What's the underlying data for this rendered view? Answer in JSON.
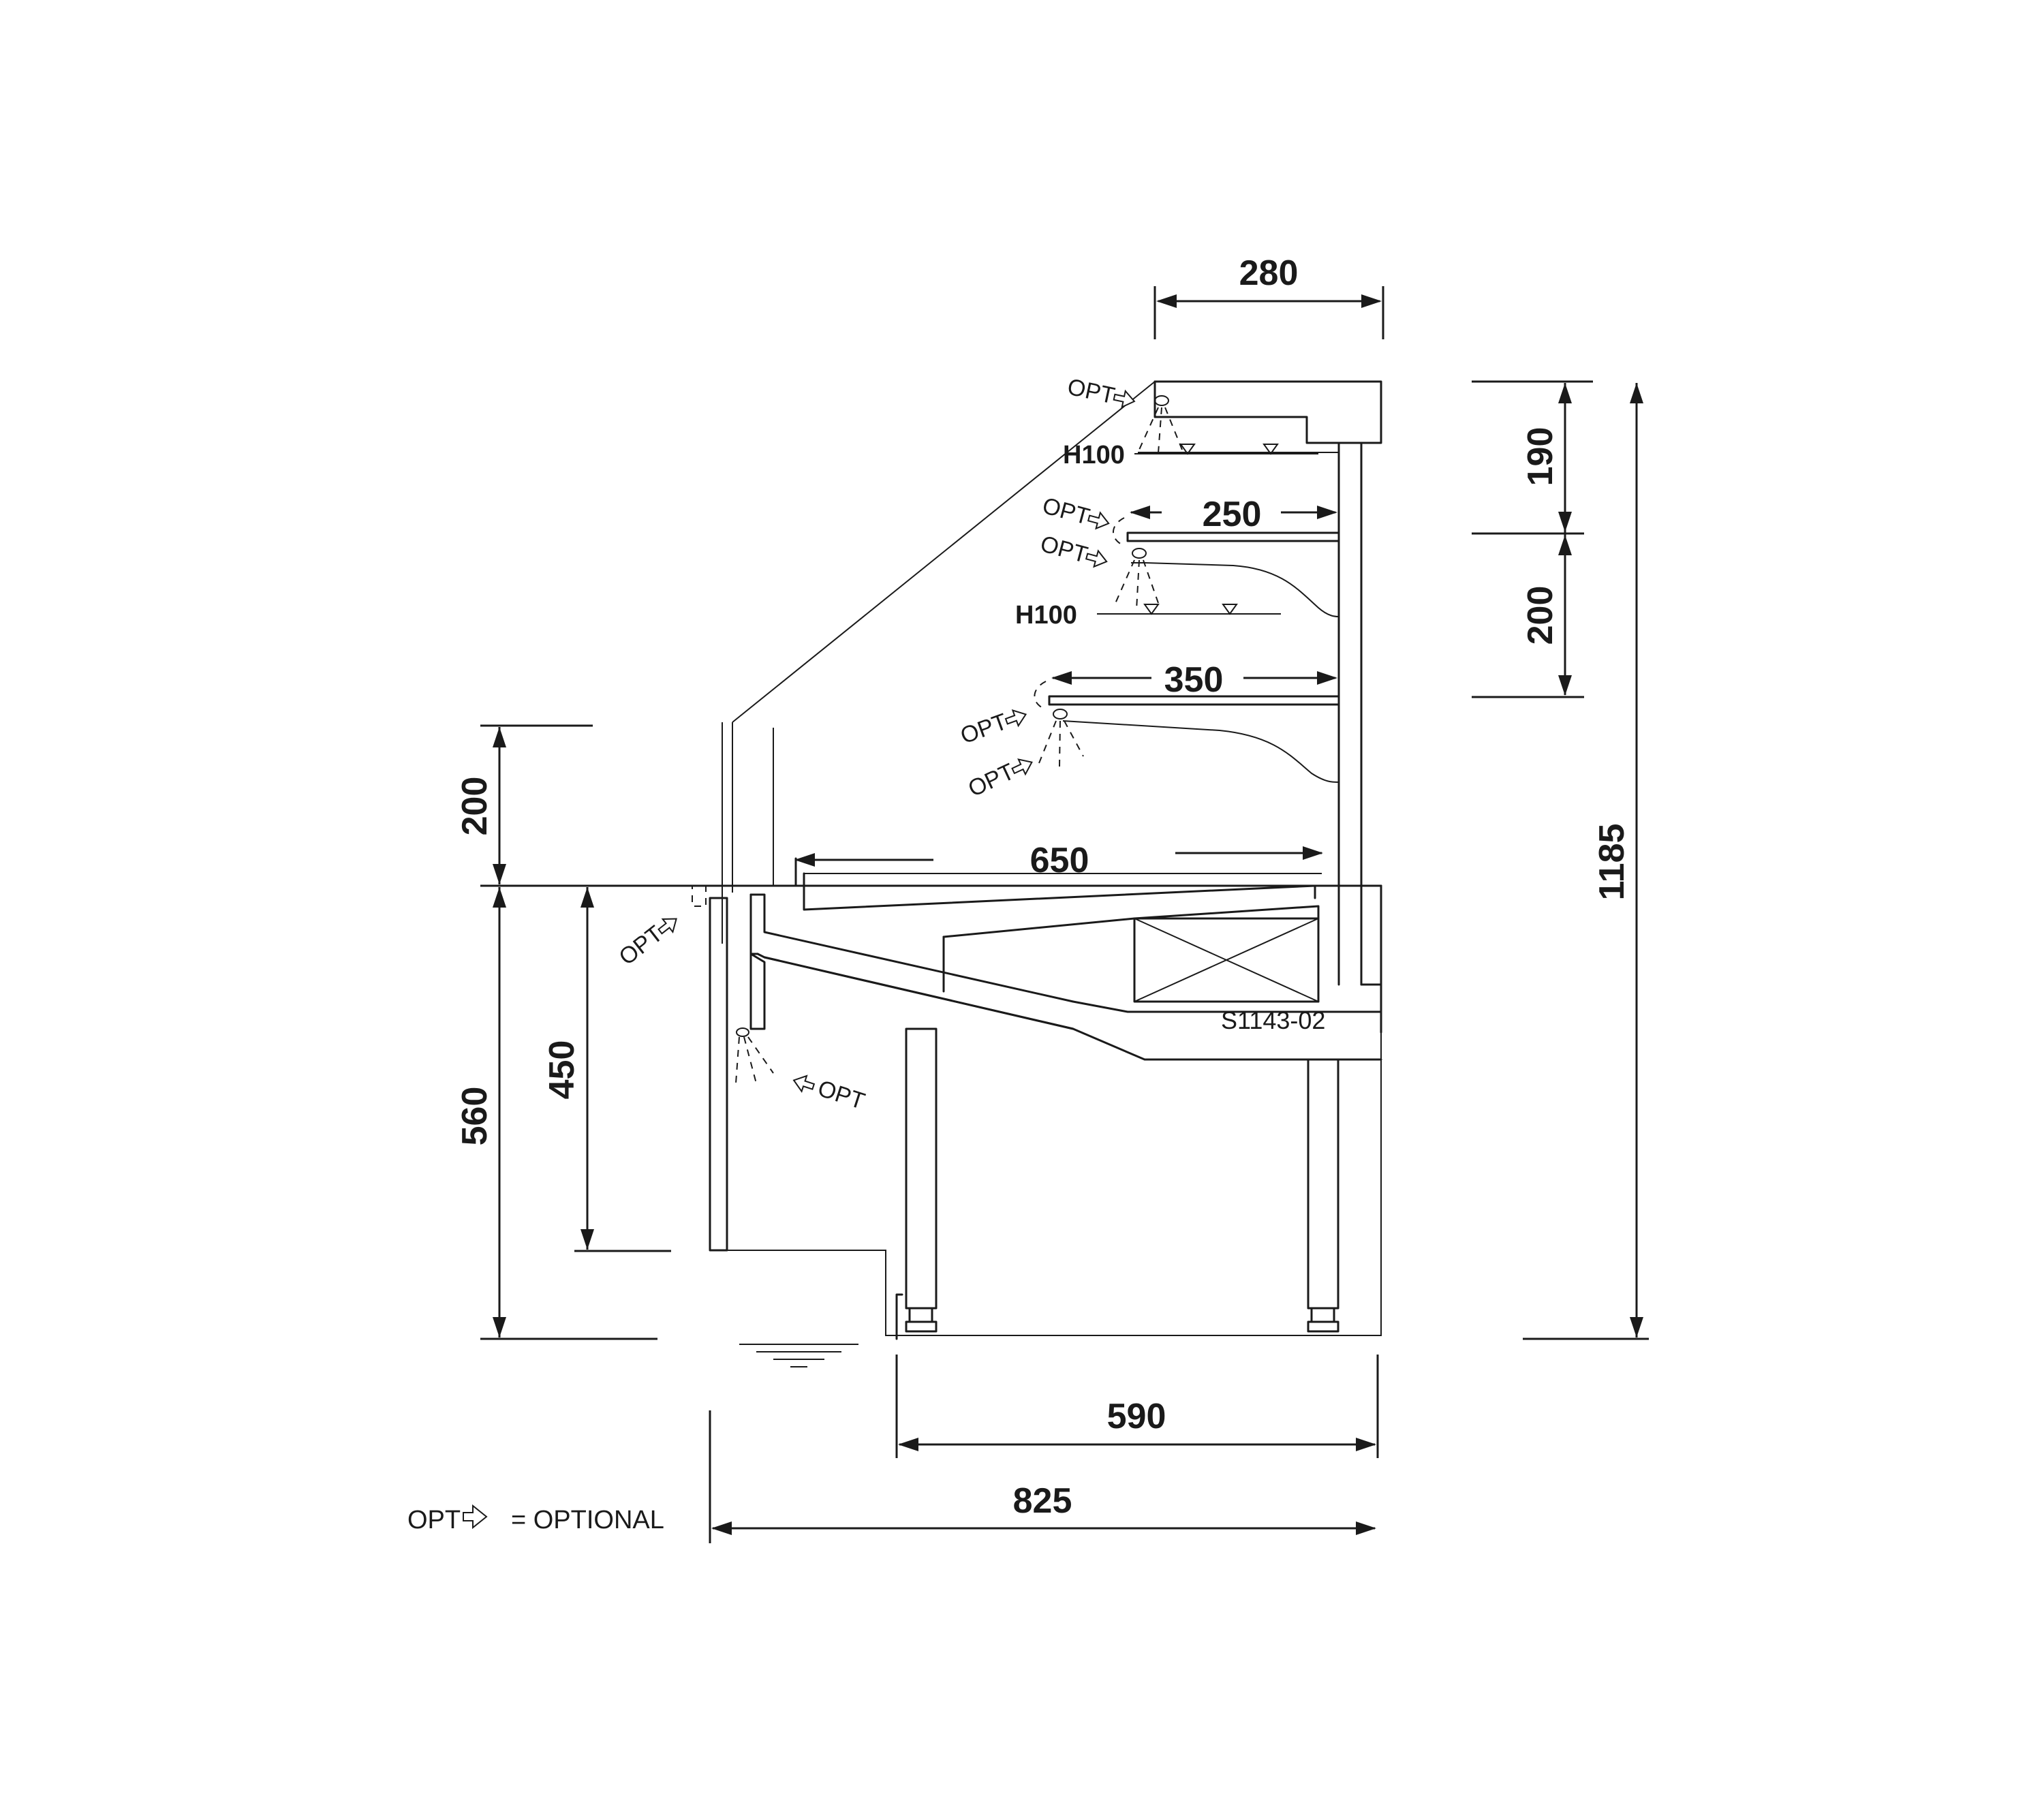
{
  "drawing_code": "S1143-02",
  "legend": {
    "symbol_text": "OPT",
    "meaning": "= OPTIONAL"
  },
  "optional_label": "OPT",
  "level_labels": [
    "H100",
    "H100"
  ],
  "dimensions": {
    "top_depth": "280",
    "upper_shelf": "250",
    "lower_shelf": "350",
    "deck_depth": "650",
    "base_depth": "590",
    "overall_depth": "825",
    "canopy_height": "190",
    "shelf_spacing": "200",
    "front_glass_height": "200",
    "counter_height": "560",
    "front_panel_height": "450",
    "overall_height": "1185"
  }
}
